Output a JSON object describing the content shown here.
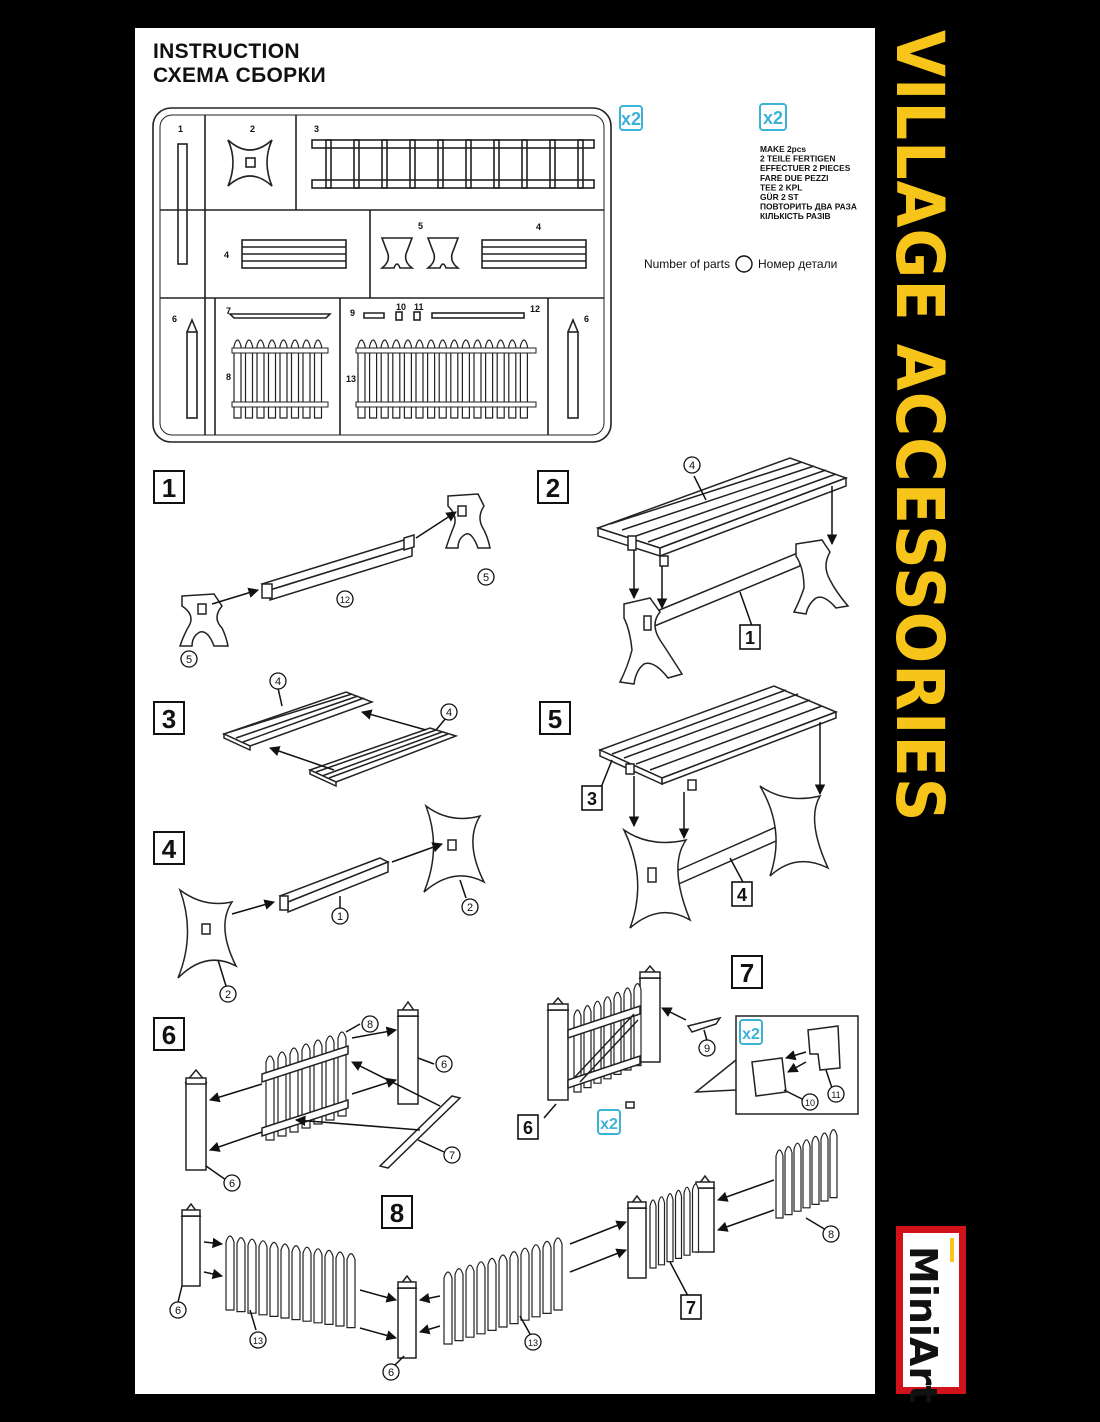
{
  "header": {
    "title_en": "INSTRUCTION",
    "title_ru": "СХЕМА СБОРКИ"
  },
  "brand": {
    "side_title": "VILLAGE ACCESSORIES",
    "logo_text": "MiniArt",
    "accent": "#f7c51a",
    "logo_red": "#d1121b"
  },
  "make_two": {
    "badge": "x2",
    "lines": [
      "MAKE 2pcs",
      "2 TEILE FERTIGEN",
      "EFFECTUER 2 PIECES",
      "FARE DUE PEZZI",
      "TEE 2 KPL",
      "GÜR 2 ST",
      "ПОВТОРИТЬ ДВА РАЗА",
      "КІЛЬКІСТЬ РАЗІВ"
    ]
  },
  "legend": {
    "left": "Number of parts",
    "right": "Номер детали"
  },
  "sprue": {
    "badge": "x2",
    "part_labels": [
      "1",
      "2",
      "3",
      "4",
      "5",
      "4",
      "6",
      "7",
      "8",
      "9",
      "10",
      "11",
      "12",
      "13",
      "6"
    ]
  },
  "steps": [
    {
      "number": "1",
      "callouts": [
        "12",
        "5",
        "5"
      ]
    },
    {
      "number": "2",
      "callouts": [
        "4",
        "1"
      ]
    },
    {
      "number": "3",
      "callouts": [
        "4",
        "4"
      ]
    },
    {
      "number": "5",
      "callouts": [
        "3",
        "4"
      ]
    },
    {
      "number": "4",
      "callouts": [
        "1",
        "2",
        "2"
      ]
    },
    {
      "number": "6",
      "callouts": [
        "8",
        "6",
        "7",
        "6"
      ]
    },
    {
      "number": "7",
      "callouts": [
        "9",
        "6",
        "10",
        "11"
      ],
      "badges": [
        "x2",
        "x2"
      ]
    },
    {
      "number": "8",
      "callouts": [
        "6",
        "13",
        "6",
        "13",
        "7",
        "8"
      ]
    }
  ]
}
